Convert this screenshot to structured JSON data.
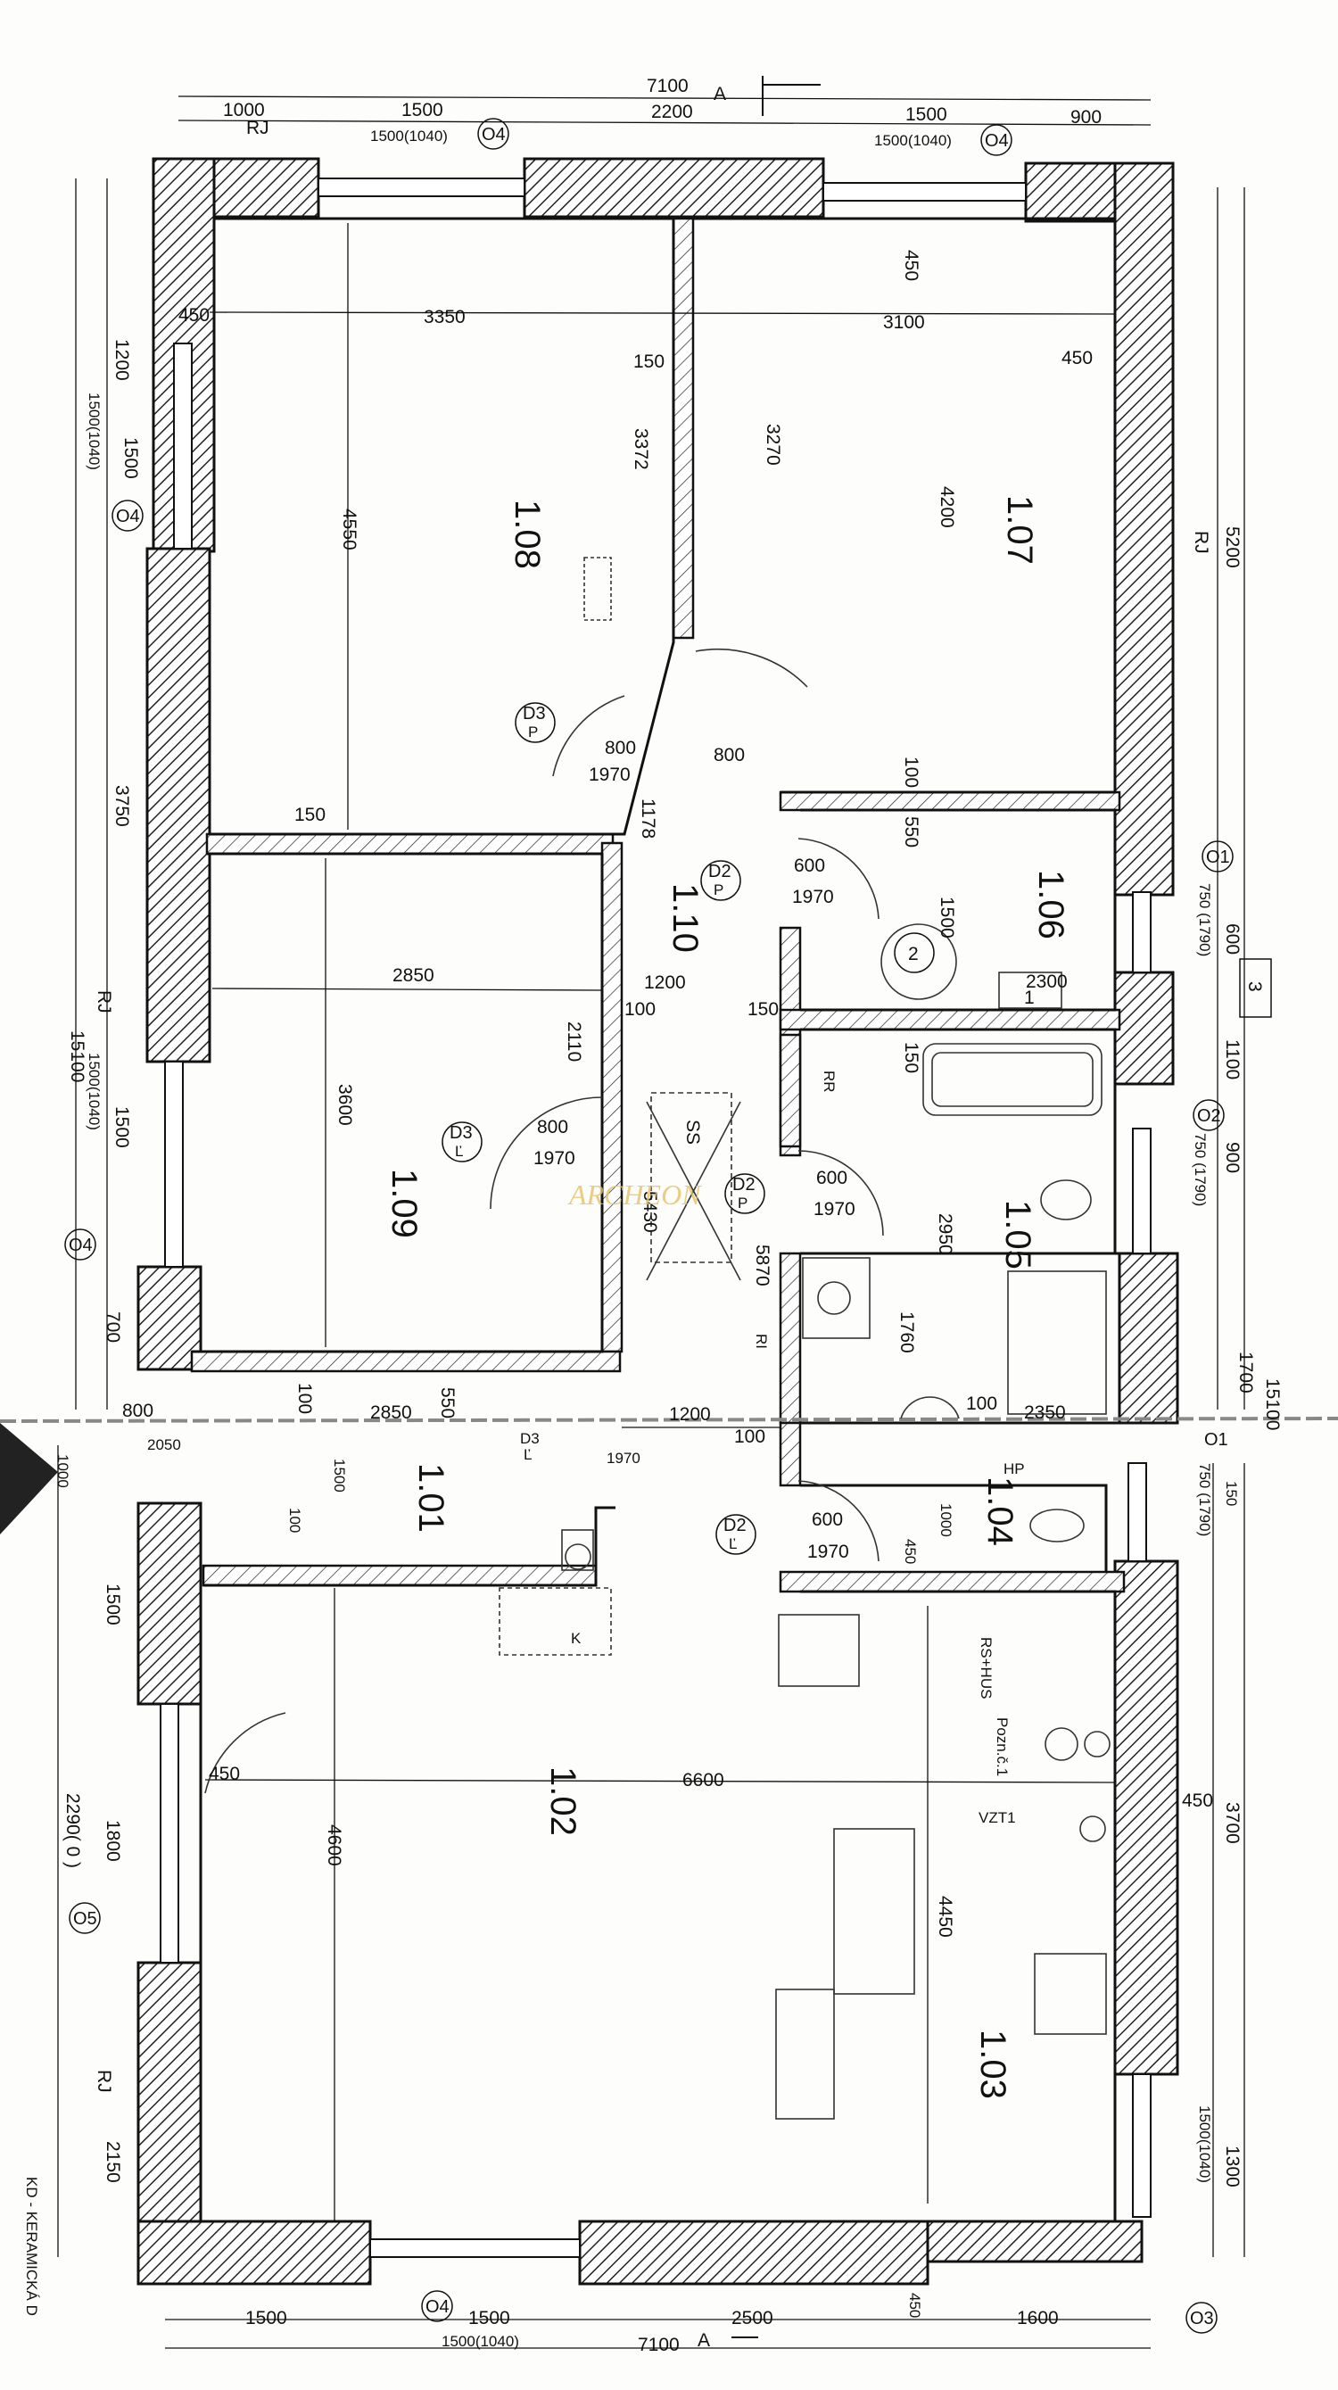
{
  "top_dims": {
    "overall": "7100",
    "section_mark": "A",
    "d1": "1000",
    "d2": "1500",
    "d3": "2200",
    "d4": "1500",
    "d5": "900",
    "win_left": "1500(1040)",
    "win_right": "1500(1040)",
    "rj": "RJ"
  },
  "bottom_dims": {
    "overall": "7100",
    "section_mark": "A",
    "d1": "1500",
    "d2": "1500",
    "d3": "2500",
    "d4": "1600",
    "win": "1500(1040)",
    "side": "450"
  },
  "left_dims": {
    "d_1200": "1200",
    "d_1500": "1500",
    "d_3750": "3750",
    "d_1500b": "1500",
    "d_700": "700",
    "d_1000": "1000",
    "d_1500c": "1500",
    "d_1800": "1800",
    "d_2150": "2150",
    "win_top": "1500(1040)",
    "win_mid": "1500(1040)",
    "overall": "15100",
    "win_bottom": "2290( 0 )",
    "rj_top": "RJ",
    "rj_bottom": "RJ"
  },
  "right_dims": {
    "d_5200": "5200",
    "d_600": "600",
    "d_1100": "1100",
    "d_900": "900",
    "d_1700": "1700",
    "d_450": "450",
    "d_3700": "3700",
    "d_1300": "1300",
    "overall": "15100",
    "w1": "750 (1790)",
    "w2": "750 (1790)",
    "w3": "750 (1790)",
    "w_last": "1500(1040)",
    "rj": "RJ",
    "box": "3",
    "d_150": "150"
  },
  "windows": {
    "o4": "O4",
    "o1": "O1",
    "o2": "O2",
    "o3": "O3",
    "o5": "O5"
  },
  "rooms": {
    "r101": "1.01",
    "r102": "1.02",
    "r103": "1.03",
    "r104": "1.04",
    "r105": "1.05",
    "r106": "1.06",
    "r107": "1.07",
    "r108": "1.08",
    "r109": "1.09",
    "r110": "1.10"
  },
  "doors": {
    "d3p": "D3\nP",
    "d3l": "D3\nĽ",
    "d2p": "D2\nP",
    "d2l": "D2\nĽ",
    "w800": "800",
    "w600": "600",
    "h1970": "1970"
  },
  "interior_dims": {
    "r108_w": "3350",
    "r108_h": "4550",
    "r108_wall": "3372",
    "r107_w": "3100",
    "r107_h": "4200",
    "r107_wall": "3270",
    "r109_w": "2850",
    "r109_h": "3600",
    "r109_side": "2110",
    "r110_w": "1200",
    "r110_len": "5430",
    "r110_len2": "5870",
    "r106_w": "2300",
    "r106_h": "1500",
    "r105_w": "2350",
    "r105_h": "2950",
    "r105_h2": "1760",
    "r102_w": "6600",
    "r102_h": "4600",
    "r103_h": "4450",
    "c450": "450",
    "c150": "150",
    "c100": "100",
    "c550": "550",
    "c1178": "1178",
    "c1200": "1200",
    "c2850": "2850",
    "c2050": "2050",
    "c800": "800",
    "c1500": "1500",
    "c1000": "1000",
    "c700": "700",
    "c1970": "1970",
    "c600": "600",
    "c2300": "2300"
  },
  "labels": {
    "rr": "RR",
    "ss": "SS",
    "rs_hus": "RS+HUS",
    "pozn": "Pozn.č.1",
    "vzt": "VZT1",
    "k": "K",
    "ri": "RI",
    "hp": "HP",
    "num2": "2",
    "num1": "1",
    "watermark": "ARCHEON",
    "legend": "KD - KERAMICKÁ D"
  }
}
